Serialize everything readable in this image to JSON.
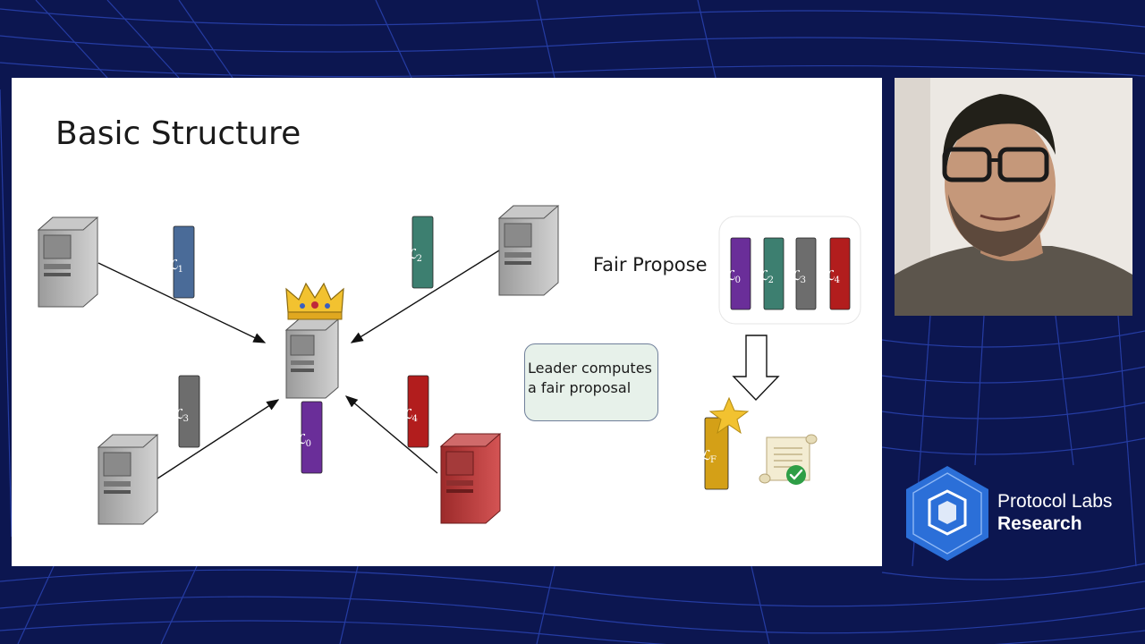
{
  "slide": {
    "title": "Basic Structure",
    "fair_propose_label": "Fair Propose",
    "leader_note": {
      "line1": "Leader computes",
      "line2": "a fair proposal"
    }
  },
  "ledgers": {
    "l1": {
      "letter": "ℒ",
      "sub": "1",
      "color": "#4a6b98"
    },
    "l2": {
      "letter": "ℒ",
      "sub": "2",
      "color": "#3d7f70"
    },
    "l3": {
      "letter": "ℒ",
      "sub": "3",
      "color": "#6d6d6d"
    },
    "l4": {
      "letter": "ℒ",
      "sub": "4",
      "color": "#b21d1d"
    },
    "l0": {
      "letter": "ℒ",
      "sub": "0",
      "color": "#6a2e99"
    },
    "lf": {
      "letter": "ℒ",
      "sub": "F",
      "color": "#d4a017"
    }
  },
  "brand": {
    "line1": "Protocol Labs",
    "line2": "Research"
  },
  "colors": {
    "background": "#0c1650",
    "slide": "#ffffff",
    "leader_box_fill": "#e7f1ea",
    "brand_logo": "#2b6fd8",
    "crown": "#f2c230",
    "star": "#f2c230",
    "check": "#2e9e46"
  },
  "icons": [
    "server-icon",
    "crown-icon",
    "star-icon",
    "scroll-icon",
    "check-icon",
    "down-arrow-icon"
  ]
}
